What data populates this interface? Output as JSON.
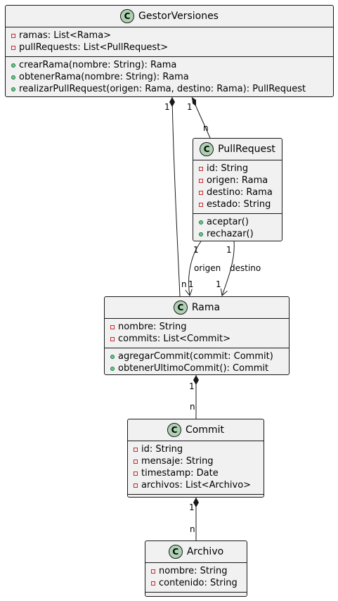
{
  "classes": {
    "gestor": {
      "icon": "C",
      "name": "GestorVersiones",
      "attributes": [
        "ramas: List<Rama>",
        "pullRequests: List<PullRequest>"
      ],
      "methods": [
        "crearRama(nombre: String): Rama",
        "obtenerRama(nombre: String): Rama",
        "realizarPullRequest(origen: Rama, destino: Rama): PullRequest"
      ]
    },
    "pullrequest": {
      "icon": "C",
      "name": "PullRequest",
      "attributes": [
        "id: String",
        "origen: Rama",
        "destino: Rama",
        "estado: String"
      ],
      "methods": [
        "aceptar()",
        "rechazar()"
      ]
    },
    "rama": {
      "icon": "C",
      "name": "Rama",
      "attributes": [
        "nombre: String",
        "commits: List<Commit>"
      ],
      "methods": [
        "agregarCommit(commit: Commit)",
        "obtenerUltimoCommit(): Commit"
      ]
    },
    "commit": {
      "icon": "C",
      "name": "Commit",
      "attributes": [
        "id: String",
        "mensaje: String",
        "timestamp: Date",
        "archivos: List<Archivo>"
      ],
      "methods": []
    },
    "archivo": {
      "icon": "C",
      "name": "Archivo",
      "attributes": [
        "nombre: String",
        "contenido: String"
      ],
      "methods": []
    }
  },
  "relations": {
    "gestor_rama": {
      "from_mult": "1",
      "to_mult": "n"
    },
    "gestor_pr": {
      "from_mult": "1",
      "to_mult": "n"
    },
    "pr_rama_origen": {
      "from_mult": "1",
      "label": "origen",
      "to_mult": "1"
    },
    "pr_rama_destino": {
      "from_mult": "1",
      "label": "destino",
      "to_mult": "1"
    },
    "rama_commit": {
      "from_mult": "1",
      "to_mult": "n"
    },
    "commit_archivo": {
      "from_mult": "1",
      "to_mult": "n"
    }
  },
  "colors": {
    "class_fill": "#f1f1f1",
    "class_border": "#181818",
    "class_icon_fill": "#add1b2",
    "private_marker": "#c82930",
    "public_marker": "#84be84"
  }
}
